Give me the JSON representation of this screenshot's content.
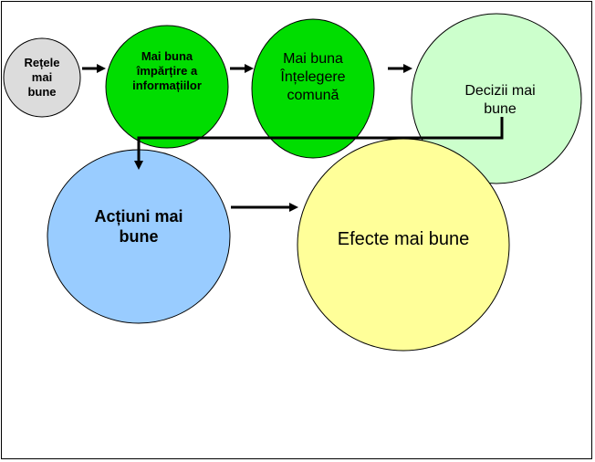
{
  "nodes": {
    "retele": {
      "text": "Rețele\nmai\nbune",
      "fill": "#dcdcdc"
    },
    "impartire": {
      "text": "Mai buna\nîmpărțire a\ninformațiilor",
      "fill": "#00dd00"
    },
    "intelegere": {
      "text": "Mai buna\nÎnțelegere\ncomună",
      "fill": "#00dd00"
    },
    "decizii": {
      "text": "Decizii mai\nbune",
      "fill": "#ccffcc"
    },
    "actiuni": {
      "text": "Acțiuni mai\nbune",
      "fill": "#99ccff"
    },
    "efecte": {
      "text": "Efecte mai bune",
      "fill": "#ffff99"
    }
  }
}
